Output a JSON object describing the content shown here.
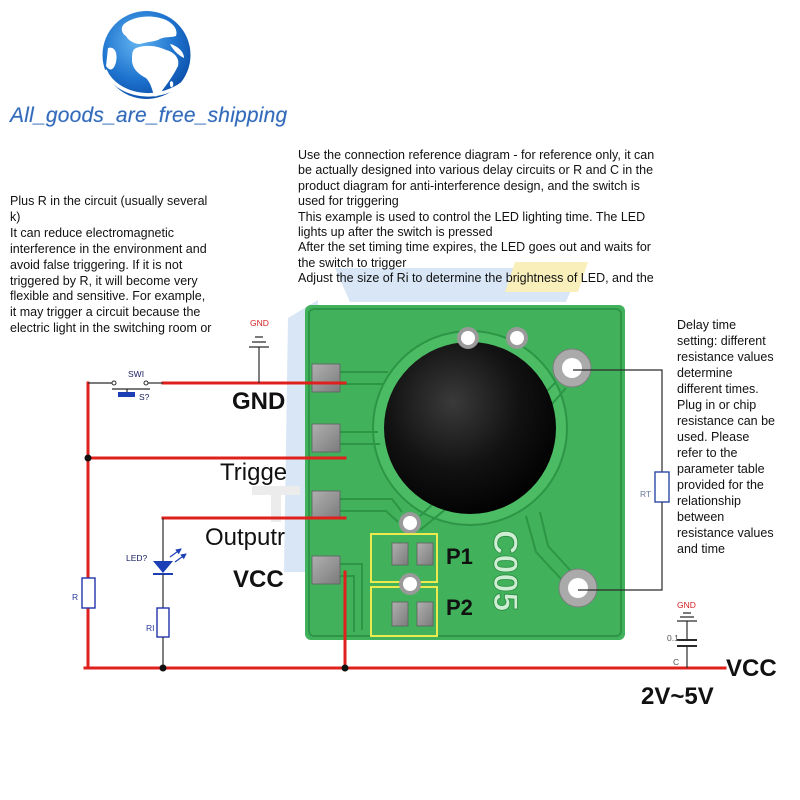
{
  "brand": {
    "logo_icon": "globe-icon",
    "tagline": "All_goods_are_free_shipping"
  },
  "notes": {
    "top": [
      "Use the connection reference diagram - for reference only, it can",
      "be actually designed into various delay circuits or R and C in the",
      "product diagram for anti-interference design, and the switch is",
      "used for triggering",
      "This example is used to control the LED lighting time. The LED",
      "lights up after the switch is pressed",
      "After the set timing time expires, the LED goes out and waits for",
      "the switch to trigger",
      "Adjust the size of Ri to determine the brightness of LED, and the"
    ],
    "left": [
      "Plus R in the circuit (usually several",
      "k)",
      "It can reduce electromagnetic",
      "interference in the environment and",
      "avoid false triggering. If it is not",
      "triggered by R, it will become very",
      "flexible and sensitive. For example,",
      "it may trigger a circuit because the",
      "electric light in the switching room or"
    ],
    "right": [
      "Delay time",
      "setting: different",
      "resistance values",
      "determine",
      "different times.",
      "Plug in or chip",
      "resistance can be",
      "used. Please",
      "refer to the",
      "parameter table",
      "provided for the",
      "relationship",
      "between",
      "resistance values",
      "and time"
    ]
  },
  "module": {
    "marking": "C005",
    "jumper_1": "P1",
    "jumper_2": "P2",
    "pins": {
      "gnd": "GND",
      "trigger": "Trigge",
      "output": "Outputr",
      "vcc": "VCC"
    }
  },
  "schematic": {
    "switch": {
      "designator": "SWI",
      "value": "S?"
    },
    "ground_top": "GND",
    "resistor_r": "R",
    "led": "LED?",
    "resistor_ri": "RI",
    "resistor_rt": "RT",
    "ground_right": "GND",
    "capacitor": {
      "value": "0.1",
      "designator": "C"
    }
  },
  "supply": {
    "label": "VCC",
    "voltage_range": "2V~5V"
  },
  "colors": {
    "wire": "#e0201c",
    "board": "#41b15b",
    "component": "#2233aa",
    "jumper_highlight": "#ecea4c",
    "brand": "#3269b8"
  }
}
